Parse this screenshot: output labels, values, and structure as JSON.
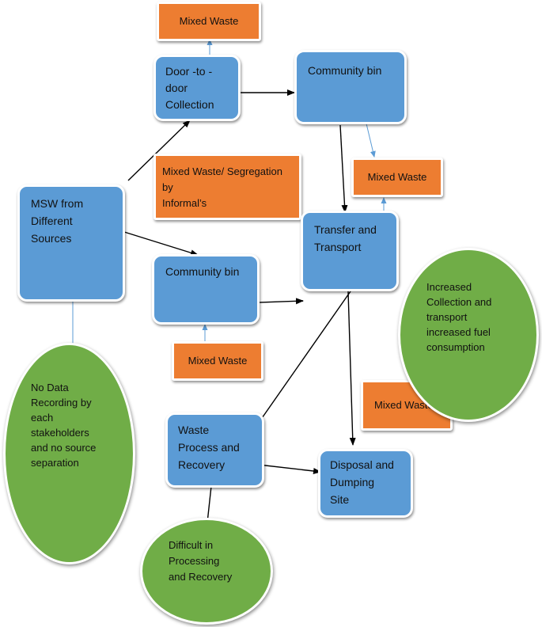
{
  "nodes": {
    "mixed_waste_top": "Mixed Waste",
    "door_to_door": "Door -to -\ndoor\nCollection",
    "community_bin_top": "Community bin",
    "mixed_waste_right": "Mixed Waste",
    "segregation_note": "Mixed Waste/ Segregation by\nInformal’s",
    "msw_sources": "MSW from\nDifferent\nSources",
    "transfer_transport": "Transfer and\nTransport",
    "community_bin_mid": "Community bin",
    "mixed_waste_bottom": "Mixed Waste",
    "increased_collection": "Increased\nCollection and\ntransport\nincreased fuel\nconsumption",
    "no_data_recording": "No Data\nRecording by\neach\nstakeholders\nand no source\nseparation",
    "mixed_waste_lower_right": "Mixed Waste",
    "waste_process": "Waste\nProcess and\nRecovery",
    "disposal_site": "Disposal and\nDumping\nSite",
    "difficult_processing": "Difficult in\nProcessing\nand Recovery"
  },
  "colors": {
    "process_box": "#5b9bd5",
    "waste_box": "#ed7d31",
    "issue_oval": "#70ad47",
    "arrow": "#000000",
    "thin_arrow": "#5b9bd5"
  }
}
